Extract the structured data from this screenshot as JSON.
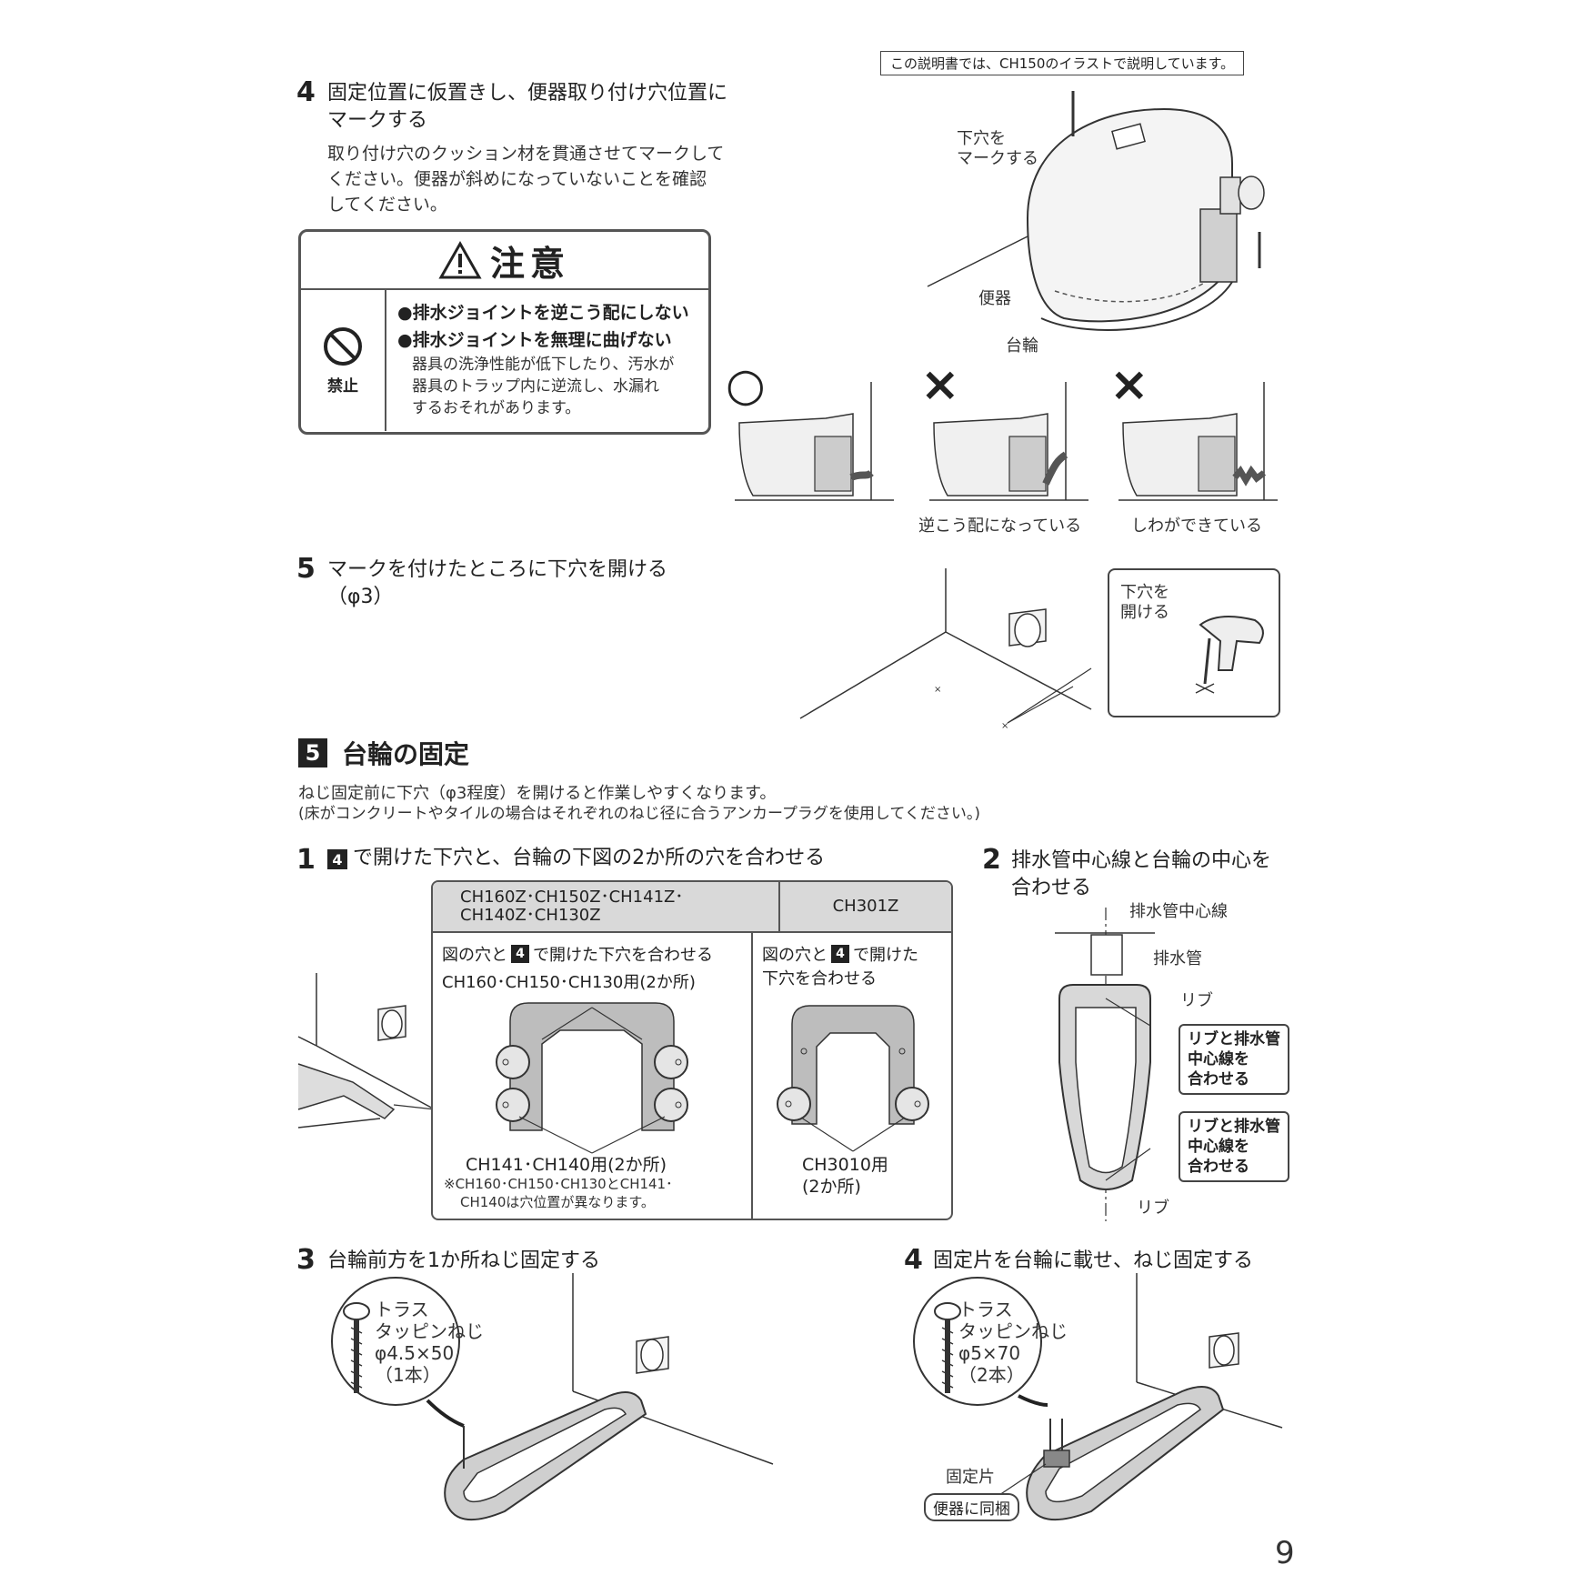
{
  "header_note": "この説明書では、CH150のイラストで説明しています。",
  "step4": {
    "num": "4",
    "title_line1": "固定位置に仮置きし、便器取り付け穴位置に",
    "title_line2": "マークする",
    "body_lines": [
      "取り付け穴のクッション材を貫通させてマークして",
      "ください。便器が斜めになっていないことを確認",
      "してください。"
    ]
  },
  "caution": {
    "title": "注意",
    "prohibit_label": "禁止",
    "bullet1": "●排水ジョイントを逆こう配にしない",
    "bullet2": "●排水ジョイントを無理に曲げない",
    "detail_lines": [
      "器具の洗浄性能が低下したり、汚水が",
      "器具のトラップ内に逆流し、水漏れ",
      "するおそれがあります。"
    ]
  },
  "toilet_fig": {
    "mark_label_l1": "下穴を",
    "mark_label_l2": "マークする",
    "bowl_label": "便器",
    "base_label": "台輪"
  },
  "judgement": {
    "ok_symbol": "○",
    "ng_symbol": "×",
    "ng1_caption": "逆こう配になっている",
    "ng2_caption": "しわができている"
  },
  "step5": {
    "num": "5",
    "title_line1": "マークを付けたところに下穴を開ける",
    "title_line2": "（φ3）",
    "drill_label_l1": "下穴を",
    "drill_label_l2": "開ける"
  },
  "section5": {
    "badge": "5",
    "title": "台輪の固定",
    "intro1": "ねじ固定前に下穴（φ3程度）を開けると作業しやすくなります。",
    "intro2": "(床がコンクリートやタイルの場合はそれぞれのねじ径に合うアンカープラグを使用してください。)"
  },
  "sub1": {
    "num": "1",
    "badge": "4",
    "title": "で開けた下穴と、台輪の下図の2か所の穴を合わせる",
    "table": {
      "head_left_l1": "CH160Z･CH150Z･CH141Z･",
      "head_left_l2": "CH140Z･CH130Z",
      "head_right": "CH301Z",
      "left_instr_pre": "図の穴と",
      "left_instr_badge": "4",
      "left_instr_post": "で開けた下穴を合わせる",
      "left_top_caption": "CH160･CH150･CH130用(2か所)",
      "left_bottom_caption": "CH141･CH140用(2か所)",
      "left_note_l1": "※CH160･CH150･CH130とCH141･",
      "left_note_l2": "CH140は穴位置が異なります。",
      "right_instr_pre": "図の穴と",
      "right_instr_badge": "4",
      "right_instr_post": "で開けた",
      "right_instr_l2": "下穴を合わせる",
      "right_caption_l1": "CH3010用",
      "right_caption_l2": "(2か所)"
    }
  },
  "sub2": {
    "num": "2",
    "title_l1": "排水管中心線と台輪の中心を",
    "title_l2": "合わせる",
    "center_line_label": "排水管中心線",
    "pipe_label": "排水管",
    "rib_top_label": "リブ",
    "rib_bottom_label": "リブ",
    "bubble1": [
      "リブと排水管",
      "中心線を",
      "合わせる"
    ],
    "bubble2": [
      "リブと排水管",
      "中心線を",
      "合わせる"
    ]
  },
  "sub3": {
    "num": "3",
    "title": "台輪前方を1か所ねじ固定する",
    "screw": [
      "トラス",
      "タッピンねじ",
      "φ4.5×50",
      "（1本）"
    ]
  },
  "sub4": {
    "num": "4",
    "title": "固定片を台輪に載せ、ねじ固定する",
    "screw": [
      "トラス",
      "タッピンねじ",
      "φ5×70",
      "（2本）"
    ],
    "fixing_label": "固定片",
    "bundled_label": "便器に同梱"
  },
  "page_number": "9"
}
